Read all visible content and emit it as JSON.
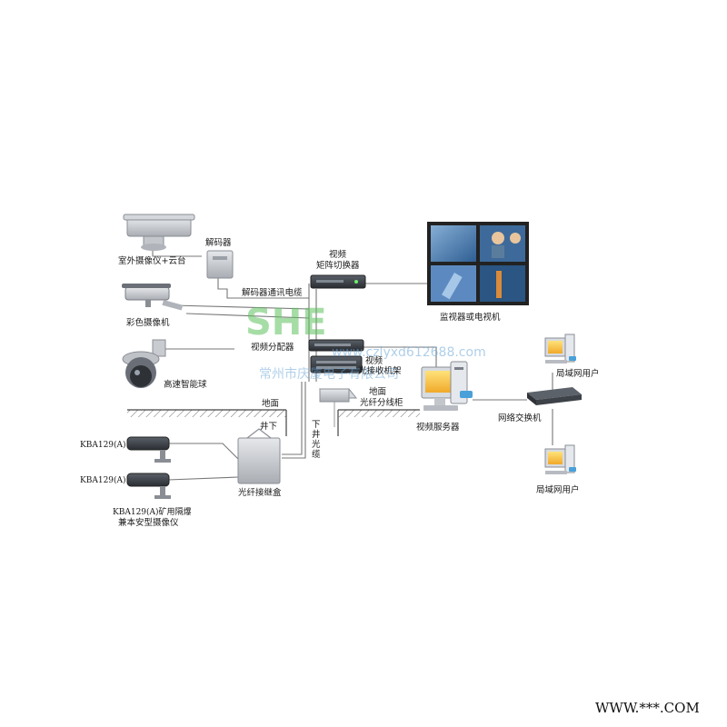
{
  "labels": {
    "outdoor_camera": "室外摄像仪+云台",
    "decoder": "解码器",
    "video_matrix_line1": "视频",
    "video_matrix_line2": "矩阵切换器",
    "decoder_cable": "解码器通讯电缆",
    "color_camera": "彩色摄像机",
    "monitor": "监视器或电视机",
    "video_distributor": "视频分配器",
    "optical_receiver_line1": "视频",
    "optical_receiver_line2": "光接收机架",
    "speed_dome": "高速智能球",
    "ground": "地面",
    "ground_right": "地面",
    "fiber_cabinet": "光纤分线柜",
    "video_server": "视频服务器",
    "network_switch": "网络交换机",
    "lan_user_top": "局域网用户",
    "lan_user_bottom": "局域网用户",
    "underground": "井下",
    "down_cable_1": "下",
    "down_cable_2": "井",
    "down_cable_3": "光",
    "down_cable_4": "缆",
    "cam_kba_1": "KBA129(A)",
    "cam_kba_2": "KBA129(A)",
    "fiber_junction": "光纤接继盒",
    "mine_camera_line1": "KBA129(A)矿用隔爆",
    "mine_camera_line2": "兼本安型摄像仪"
  },
  "watermark": {
    "logo": "SHE",
    "url": "www.czlyxd612688.com",
    "company": "常州市庆厦电子有限公司"
  },
  "footer": "WWW.***.COM",
  "colors": {
    "device_gray": "#b8bcc2",
    "device_dark": "#3c4148",
    "screen_blue": "#5b86b8",
    "watermark_green": "#5fc35f",
    "watermark_blue": "#6fa8d8"
  }
}
